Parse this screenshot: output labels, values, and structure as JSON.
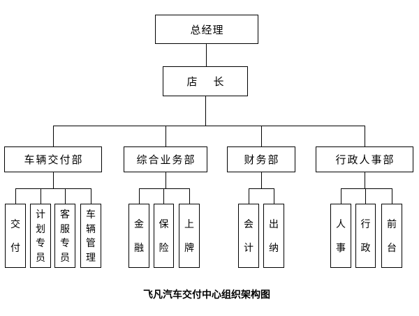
{
  "org_chart": {
    "root": {
      "label": "总经理"
    },
    "manager": {
      "label": "店　长"
    },
    "departments": [
      {
        "label": "车辆交付部",
        "children": [
          {
            "label": "交付"
          },
          {
            "label": "计划专员"
          },
          {
            "label": "客服专员"
          },
          {
            "label": "车辆管理"
          }
        ]
      },
      {
        "label": "综合业务部",
        "children": [
          {
            "label": "金融"
          },
          {
            "label": "保险"
          },
          {
            "label": "上牌"
          }
        ]
      },
      {
        "label": "财务部",
        "children": [
          {
            "label": "会计"
          },
          {
            "label": "出纳"
          }
        ]
      },
      {
        "label": "行政人事部",
        "children": [
          {
            "label": "人事"
          },
          {
            "label": "行政"
          },
          {
            "label": "前台"
          }
        ]
      }
    ],
    "caption": "飞凡汽车交付中心组织架构图"
  },
  "colors": {
    "line": "#000000",
    "text": "#000000",
    "background": "#ffffff",
    "node_fill": "#ffffff"
  }
}
